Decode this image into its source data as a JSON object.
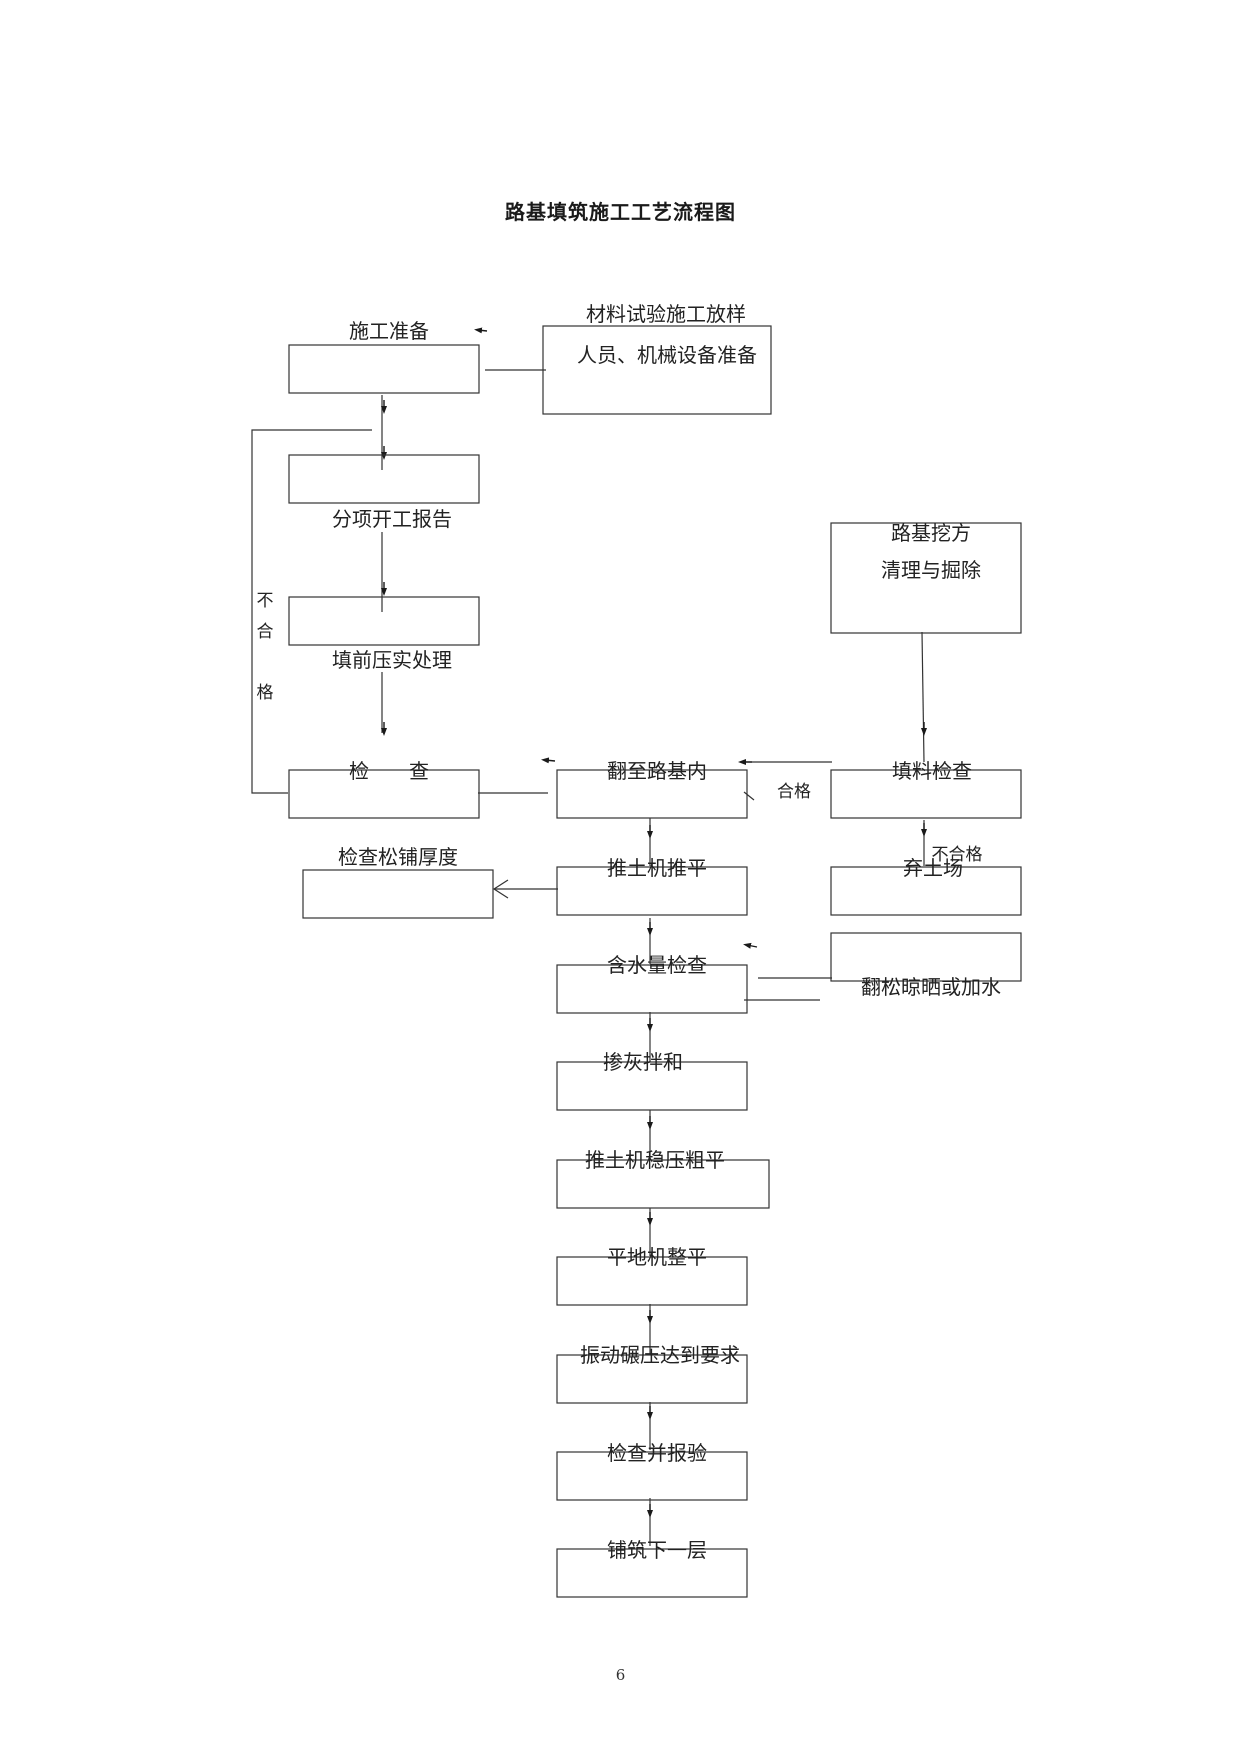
{
  "document": {
    "title": "路基填筑施工工艺流程图",
    "page_number": "6"
  },
  "flowchart": {
    "steps": {
      "prep": "施工准备",
      "material_test": "材料试验施工放样",
      "personnel": "人员、机械设备准备",
      "report": "分项开工报告",
      "precompaction": "填前压实处理",
      "check": "检　　查",
      "excavation": "路基挖方",
      "clearing": "清理与掘除",
      "fill_check": "填料检查",
      "into_subgrade": "翻至路基内",
      "dozer_level": "推土机推平",
      "disposal": "弃土场",
      "thickness_check": "检查松铺厚度",
      "moisture_check": "含水量检查",
      "dry_or_wet": "翻松晾晒或加水",
      "lime_mix": "掺灰拌和",
      "dozer_compact": "推土机稳压粗平",
      "grader": "平地机整平",
      "vibro": "振动碾压达到要求",
      "inspect": "检查并报验",
      "next_layer": "铺筑下一层"
    },
    "branch_labels": {
      "pass": "合格",
      "fail": "不合格",
      "fail_left": [
        "不",
        "合",
        "格"
      ]
    }
  }
}
